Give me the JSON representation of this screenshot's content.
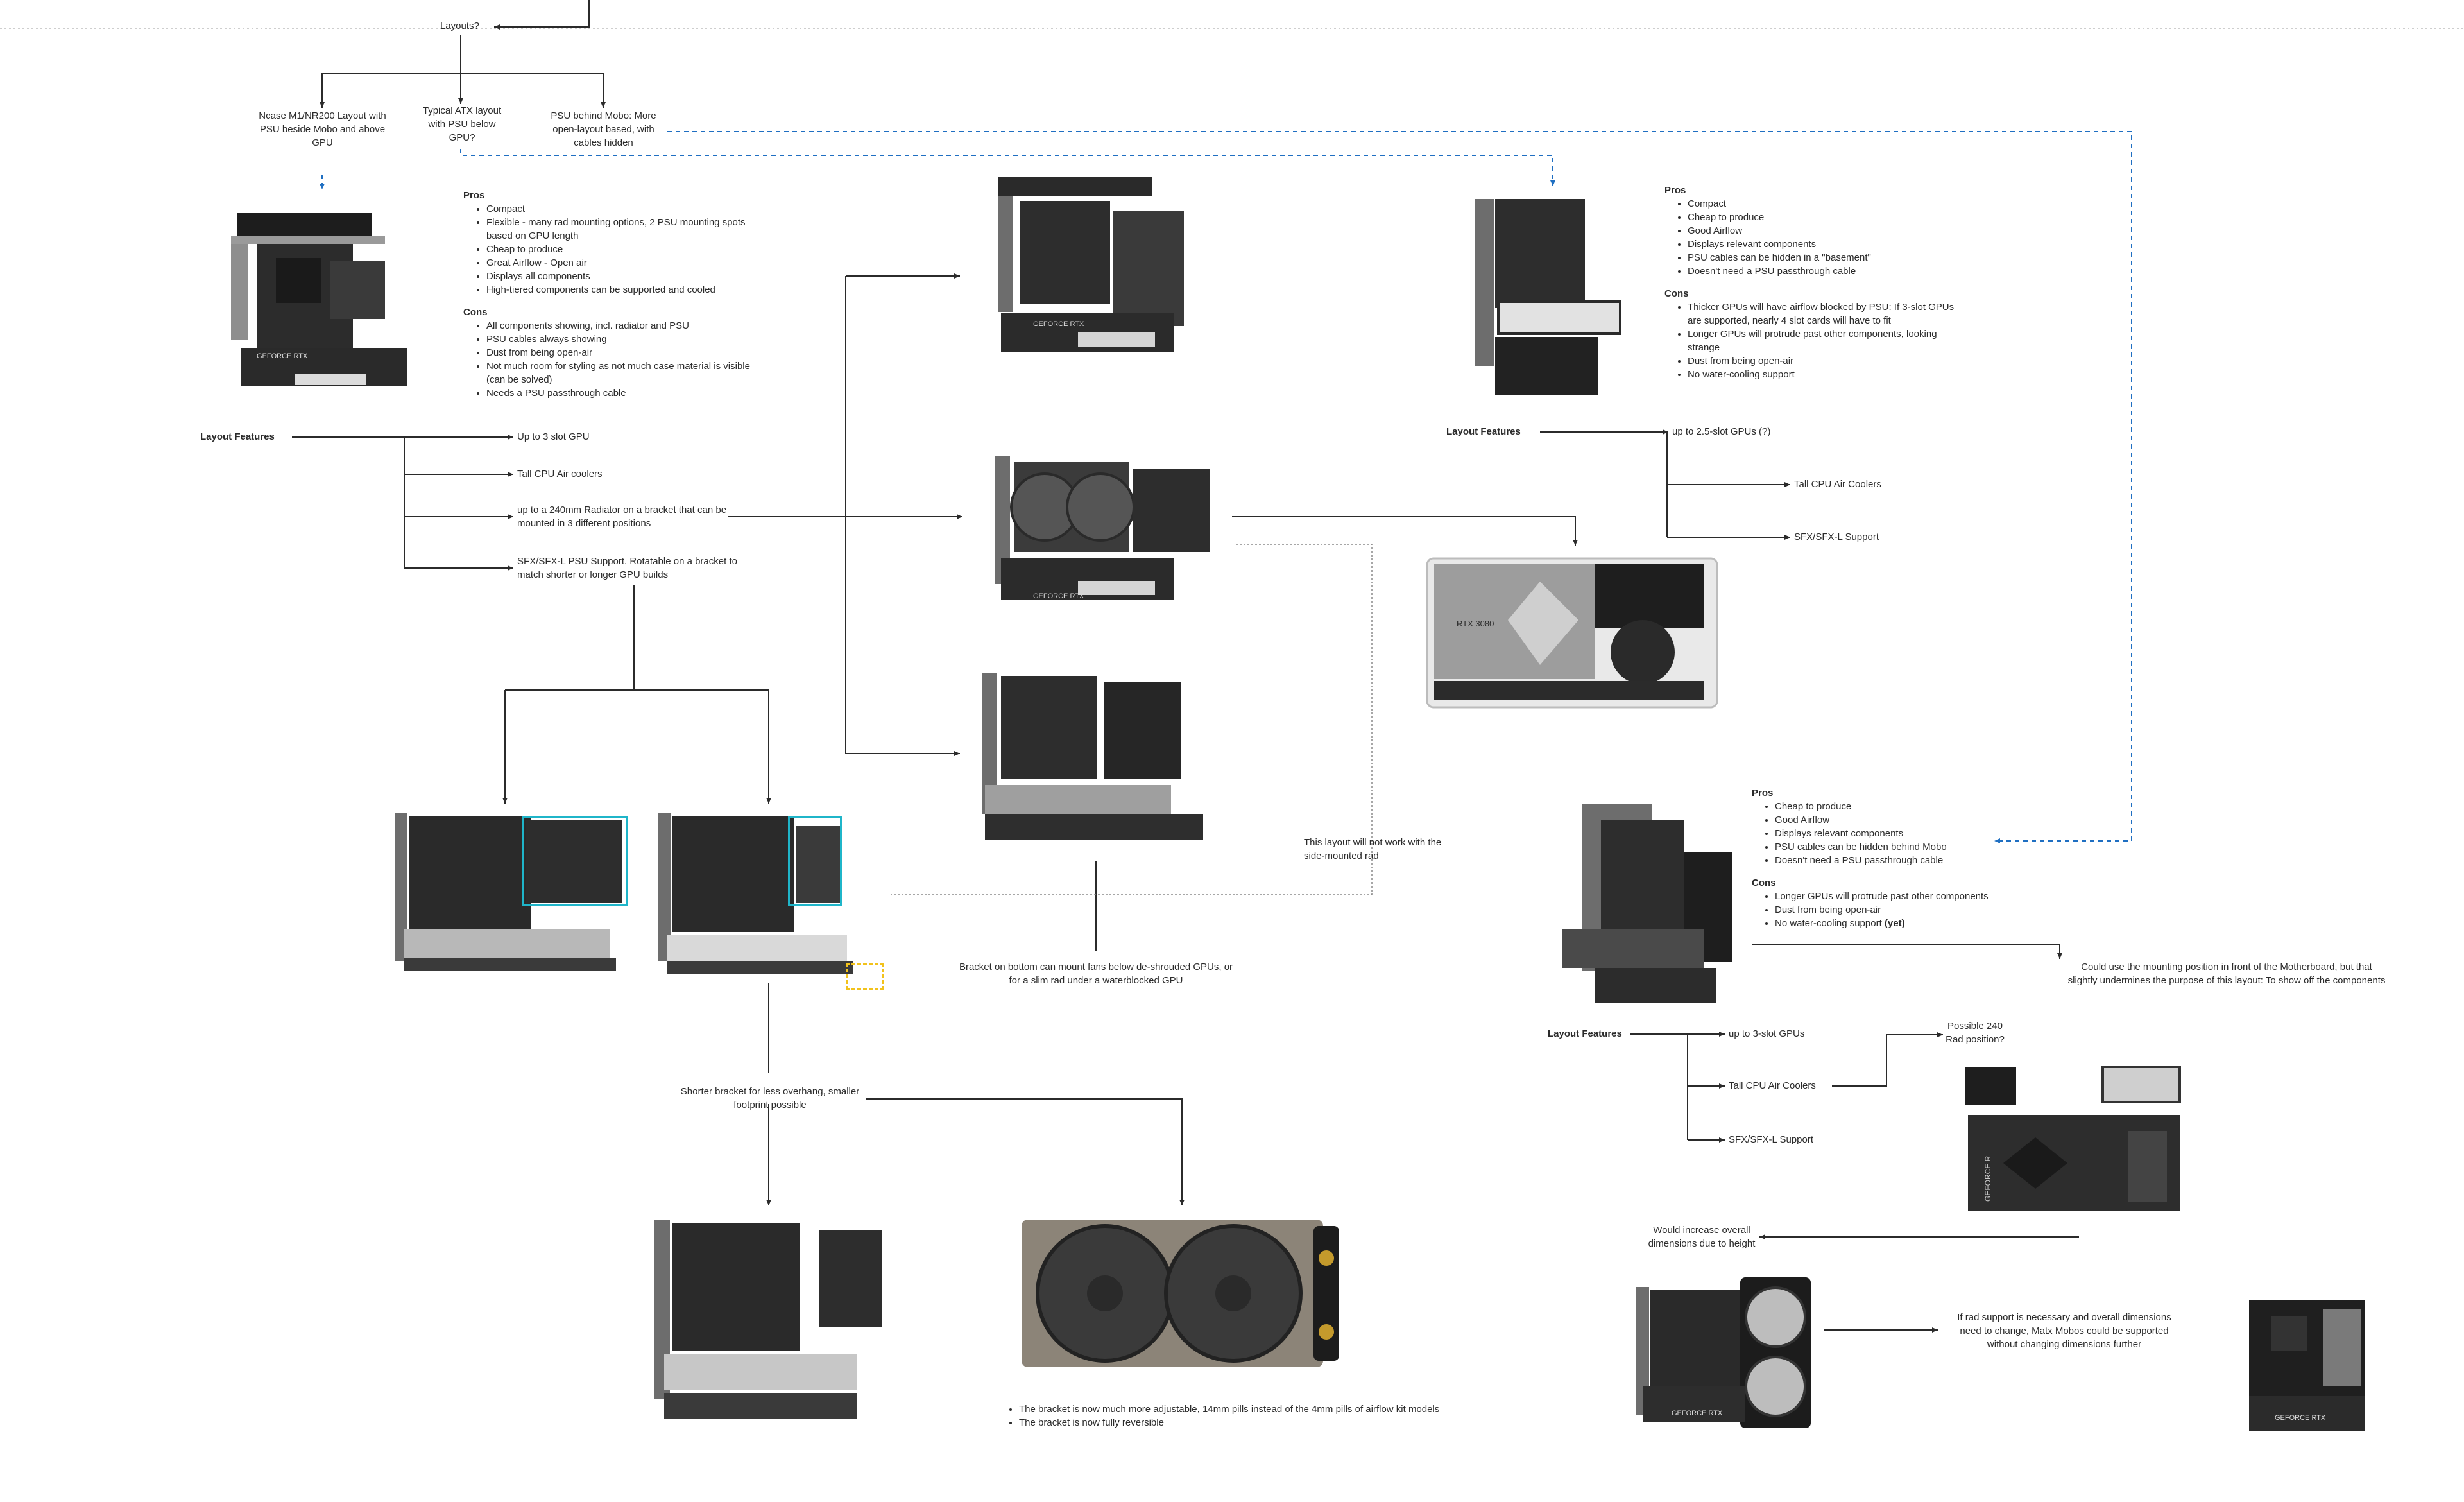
{
  "root": {
    "question": "Layouts?"
  },
  "layouts": {
    "ncase": "Ncase M1/NR200 Layout with PSU beside Mobo and above GPU",
    "atx": "Typical ATX layout with PSU below GPU?",
    "psu_behind": "PSU behind Mobo: More open-layout based, with cables hidden"
  },
  "ncase_block": {
    "pros_title": "Pros",
    "pros": [
      "Compact",
      "Flexible - many rad mounting options, 2 PSU mounting spots based on GPU length",
      "Cheap to produce",
      "Great Airflow - Open air",
      "Displays all components",
      "High-tiered components can be supported and cooled"
    ],
    "cons_title": "Cons",
    "cons": [
      "All components showing, incl. radiator and PSU",
      "PSU cables always showing",
      "Dust from being open-air",
      "Not much room for styling as not much case material is visible (can be solved)",
      "Needs a PSU passthrough cable"
    ],
    "features_title": "Layout Features",
    "features": [
      "Up to 3 slot GPU",
      "Tall CPU Air coolers",
      "up to a 240mm Radiator on a bracket that can be mounted in 3 different positions",
      "SFX/SFX-L PSU Support. Rotatable on a bracket to match shorter or longer GPU builds"
    ]
  },
  "atx_block": {
    "pros_title": "Pros",
    "pros": [
      "Compact",
      "Cheap to produce",
      "Good Airflow",
      "Displays relevant components",
      "PSU cables can be hidden in a \"basement\"",
      "Doesn't need a PSU passthrough cable"
    ],
    "cons_title": "Cons",
    "cons": [
      "Thicker GPUs will have airflow blocked by PSU: If 3-slot GPUs are supported, nearly 4 slot cards will have to fit",
      "Longer GPUs will protrude past other components, looking strange",
      "Dust from being open-air",
      "No water-cooling support"
    ],
    "features_title": "Layout Features",
    "features": [
      "up to 2.5-slot GPUs (?)",
      "Tall CPU Air Coolers",
      "SFX/SFX-L Support"
    ]
  },
  "behind_block": {
    "pros_title": "Pros",
    "pros": [
      "Cheap to produce",
      "Good Airflow",
      "Displays relevant components",
      "PSU cables can be hidden  behind Mobo",
      "Doesn't need a PSU passthrough cable"
    ],
    "cons_title": "Cons",
    "cons": [
      "Longer GPUs will protrude past other components",
      "Dust from being open-air"
    ],
    "cons_last": "No water-cooling support",
    "cons_last_bold": "(yet)",
    "features_title": "Layout Features",
    "features": [
      "up to 3-slot GPUs",
      "Tall CPU Air Coolers",
      "SFX/SFX-L Support"
    ]
  },
  "notes": {
    "side_rad": "This layout will not work with the side-mounted rad",
    "bottom_bracket": "Bracket on bottom can mount fans below de-shrouded GPUs, or for a slim rad under a waterblocked GPU",
    "shorter_bracket": "Shorter bracket for less overhang, smaller footprint possible",
    "bracket_adj_pre": "The bracket is now much more adjustable, ",
    "bracket_adj_u1": "14mm",
    "bracket_adj_mid": " pills instead of the ",
    "bracket_adj_u2": "4mm",
    "bracket_adj_post": " pills of airflow kit models",
    "bracket_rev": "The bracket is now fully reversible",
    "mobo_front": "Could use the mounting position in front of the Motherboard, but that slightly undermines the purpose of this layout: To show off the components",
    "possible_240": "Possible 240 Rad position?",
    "increase_height": "Would increase overall dimensions due to height",
    "matx": "If rad support is necessary and overall dimensions need to change, Matx Mobos could be supported without changing dimensions further"
  },
  "render_labels": {
    "geforce": "GEFORCE RTX",
    "rtx3080": "RTX 3080",
    "geforce_v": "GEFORCE R"
  },
  "colors": {
    "line": "#2b2b2b",
    "dashed_blue": "#1f6fc2",
    "highlight_teal": "#1fb5c9",
    "highlight_yellow": "#f2c21b"
  }
}
